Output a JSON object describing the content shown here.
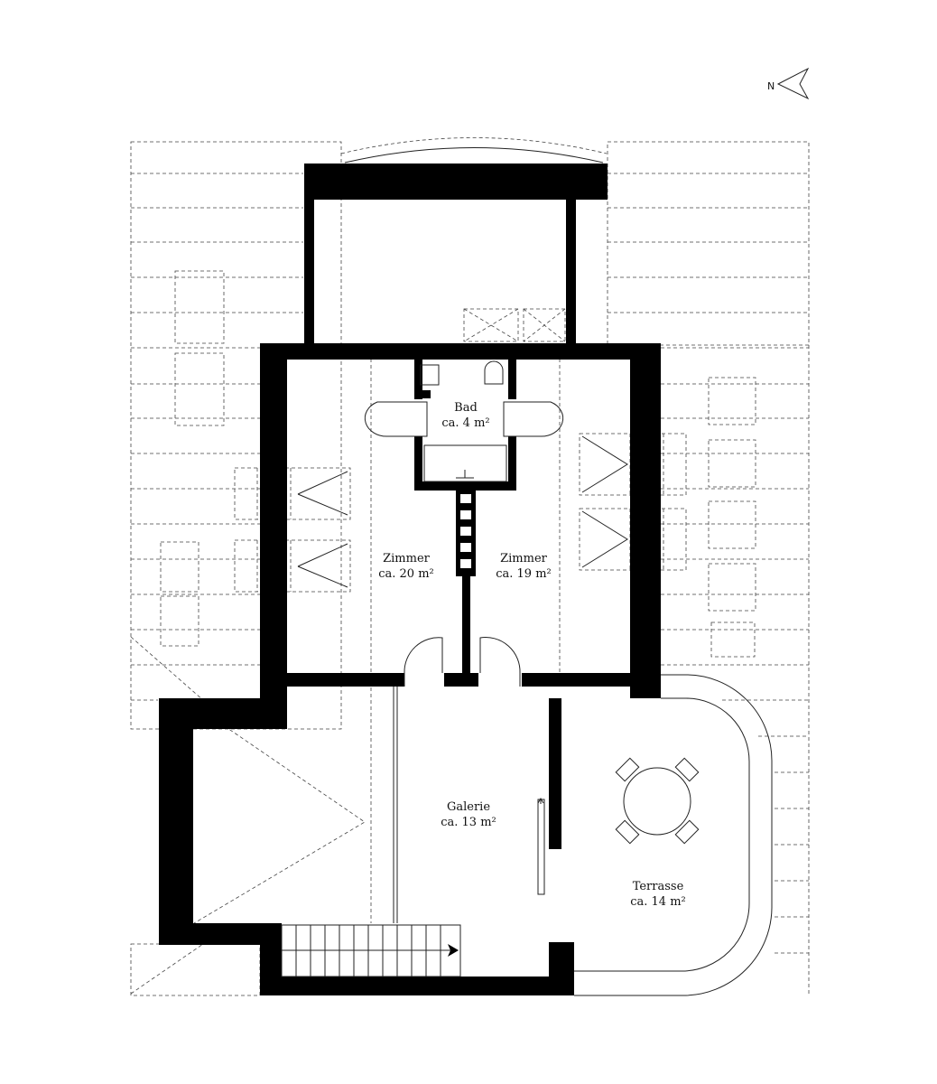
{
  "north": {
    "label": "N",
    "icon": "north-arrow-icon"
  },
  "rooms": [
    {
      "id": "bad",
      "name": "Bad",
      "area": "ca. 4 m²"
    },
    {
      "id": "zimmer-l",
      "name": "Zimmer",
      "area": "ca. 20 m²"
    },
    {
      "id": "zimmer-r",
      "name": "Zimmer",
      "area": "ca. 19 m²"
    },
    {
      "id": "galerie",
      "name": "Galerie",
      "area": "ca. 13 m²"
    },
    {
      "id": "terrasse",
      "name": "Terrasse",
      "area": "ca. 14 m²"
    }
  ],
  "colors": {
    "wall": "#000000",
    "line": "#222222",
    "dashed": "#444444",
    "background": "#ffffff"
  }
}
